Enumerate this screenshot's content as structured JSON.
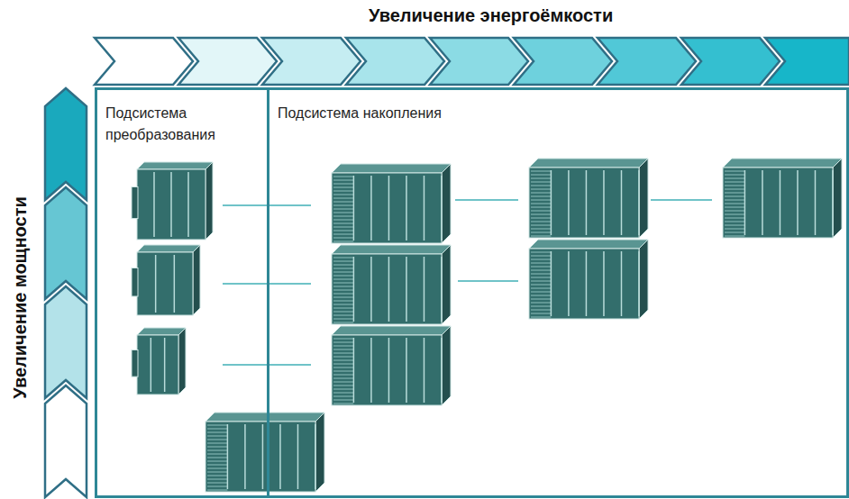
{
  "diagram": {
    "nodes": [
      {
        "text": [
          "Подсистема преобразования"
        ]
      },
      {
        "text": [
          "Подсистема накопления"
        ]
      }
    ],
    "labels": [
      "Увеличение энергоёмкости",
      "Увеличение мощности"
    ]
  }
}
